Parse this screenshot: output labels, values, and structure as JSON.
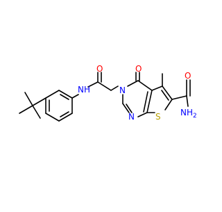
{
  "molecule": {
    "atom_labels": {
      "nh_amide": "NH",
      "o_amide": "O",
      "n3": "N",
      "o_ring": "O",
      "n1": "N",
      "s": "S",
      "o_carboxamide": "O",
      "nh2": "NH2"
    },
    "colors": {
      "bond": "#000000",
      "nitrogen": "#0000ff",
      "oxygen": "#ff0000",
      "sulfur": "#b8a000",
      "background": "#ffffff"
    }
  }
}
